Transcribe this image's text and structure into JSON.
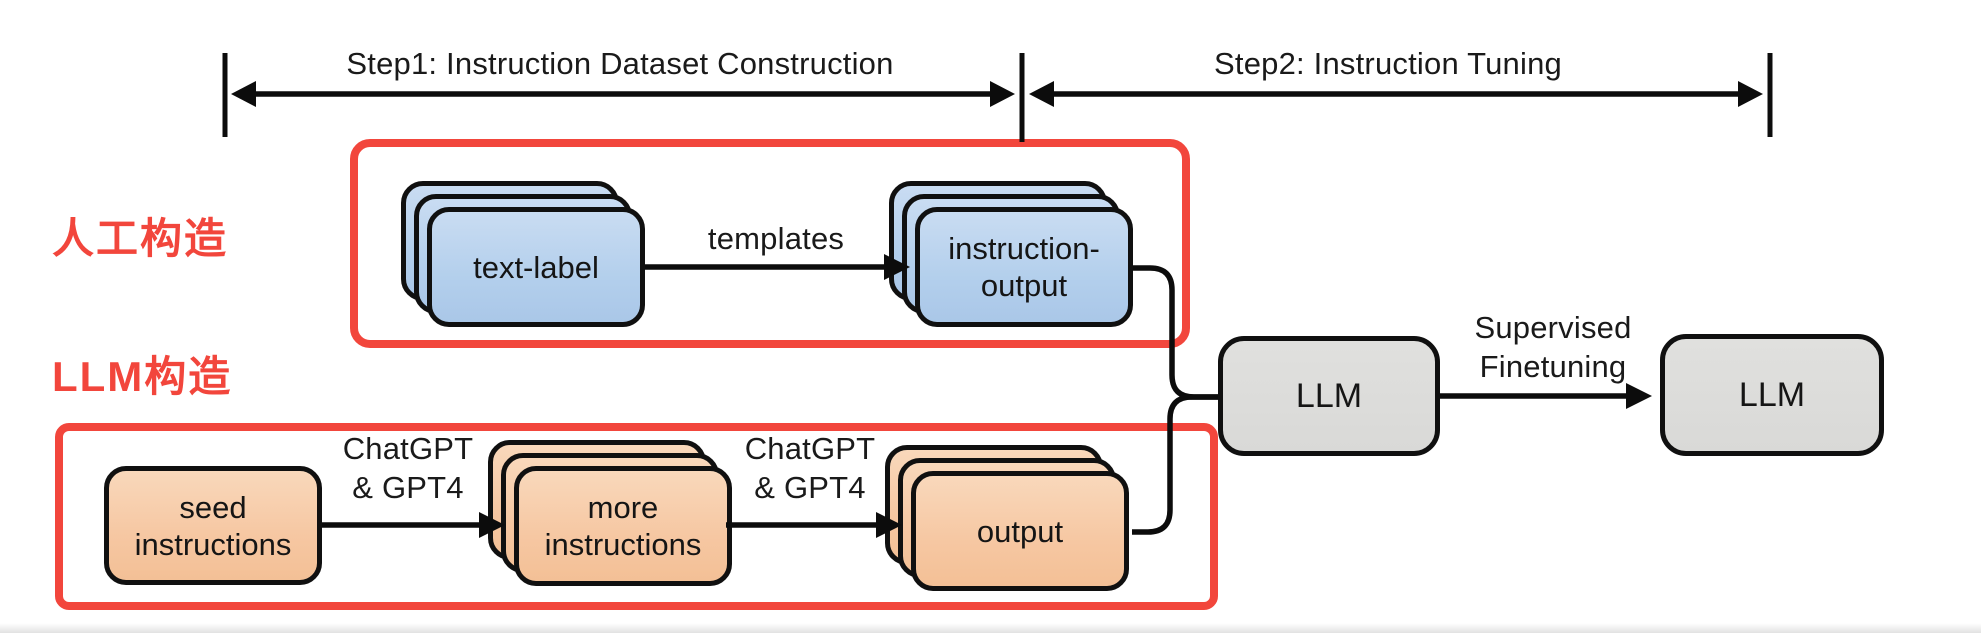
{
  "colors": {
    "accent_red": "#f2463c",
    "card_blue": "#b7d1ed",
    "card_orange": "#f6c7a2",
    "box_gray": "#dbdbd9",
    "line_black": "#0c0c0c"
  },
  "timeline": {
    "step1": "Step1: Instruction Dataset Construction",
    "step2": "Step2: Instruction Tuning"
  },
  "side_labels": {
    "manual_construction": "人工构造",
    "llm_construction": "LLM构造"
  },
  "manual_pipeline": {
    "text_label_stack": "text-label",
    "templates_arrow_label": "templates",
    "instruction_output_stack": "instruction-\noutput"
  },
  "llm_pipeline": {
    "seed_box": "seed\ninstructions",
    "chatgpt_label_1": "ChatGPT\n& GPT4",
    "more_instructions_stack": "more\ninstructions",
    "chatgpt_label_2": "ChatGPT\n& GPT4",
    "output_stack": "output"
  },
  "tuning": {
    "llm_before": "LLM",
    "sft_arrow_label": "Supervised\nFinetuning",
    "llm_after": "LLM"
  }
}
